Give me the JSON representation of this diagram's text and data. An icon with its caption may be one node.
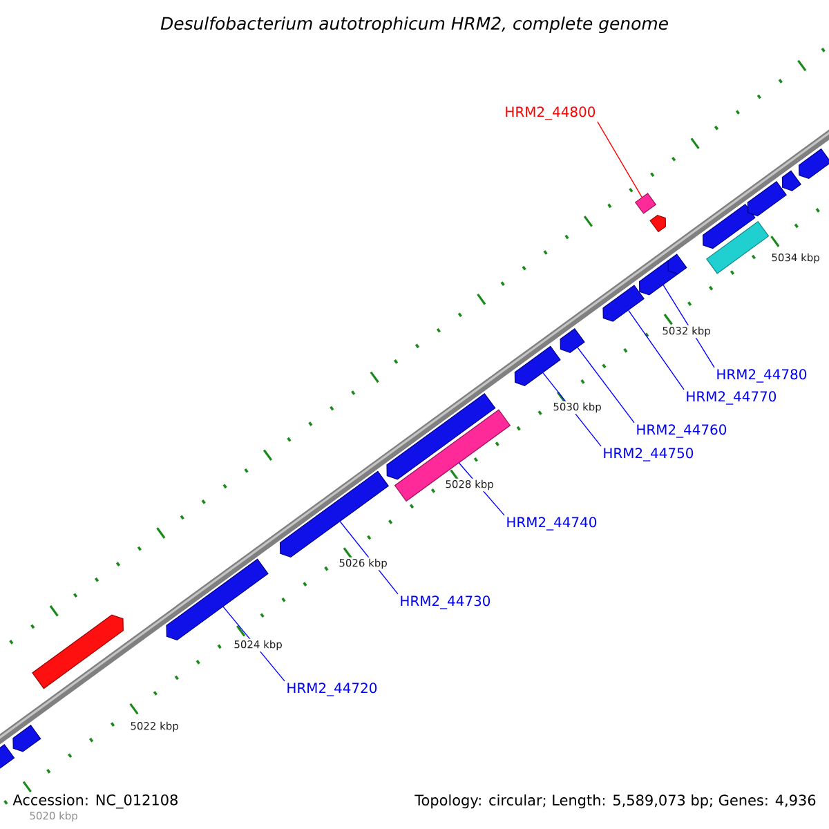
{
  "diagram": {
    "title": "Desulfobacterium autotrophicum HRM2, complete genome",
    "nodes": [
      {
        "text": [
          "HRM2_44800"
        ]
      },
      {
        "text": [],
        "shape": "box"
      },
      {
        "text": [
          "HRM2_44720"
        ]
      },
      {
        "text": [
          "HRM2_44730"
        ]
      },
      {
        "text": [
          "HRM2_44740"
        ]
      },
      {
        "text": [
          "HRM2_44750"
        ]
      },
      {
        "text": [
          "HRM2_44760"
        ]
      },
      {
        "text": [
          "HRM2_44770"
        ]
      },
      {
        "text": [
          "HRM2_44780"
        ]
      },
      {
        "text": [],
        "shape": "arrow"
      },
      {
        "text": [],
        "shape": "arrow"
      },
      {
        "text": [],
        "shape": "arrow"
      },
      {
        "text": [],
        "shape": "arrow"
      },
      {
        "text": [],
        "shape": "arrow"
      },
      {
        "text": [],
        "shape": "arrow"
      },
      {
        "text": [],
        "shape": "box"
      },
      {
        "text": [],
        "shape": "arrow"
      },
      {
        "text": [],
        "shape": "arrow"
      },
      {
        "text": [],
        "shape": "arrow"
      },
      {
        "text": [],
        "shape": "arrow"
      },
      {
        "text": [],
        "shape": "arrow"
      },
      {
        "text": [],
        "shape": "arrow"
      },
      {
        "text": [],
        "shape": "box"
      },
      {
        "text": [],
        "shape": "arrow"
      },
      {
        "text": [],
        "shape": "arrow"
      },
      {
        "text": [],
        "shape": "arrow"
      },
      {
        "text": [],
        "shape": "arrow"
      }
    ],
    "edges": [
      {
        "from": 0,
        "to": 1,
        "arrow": "none",
        "color": "#ff0000"
      },
      {
        "from": 2,
        "to": 12,
        "arrow": "none"
      },
      {
        "from": 3,
        "to": 13,
        "arrow": "none"
      },
      {
        "from": 4,
        "to": 15,
        "arrow": "none"
      },
      {
        "from": 5,
        "to": 16,
        "arrow": "none"
      },
      {
        "from": 6,
        "to": 17,
        "arrow": "none"
      },
      {
        "from": 7,
        "to": 18,
        "arrow": "none"
      },
      {
        "from": 8,
        "to": 19,
        "arrow": "none"
      }
    ],
    "labels": [
      "5034 kbp",
      "5032 kbp",
      "5030 kbp",
      "5028 kbp",
      "5026 kbp",
      "5024 kbp",
      "5022 kbp",
      "5020 kbp",
      "Accession: NC_012108",
      "Topology: circular; Length: 5,589,073 bp; Genes: 4,936"
    ]
  }
}
